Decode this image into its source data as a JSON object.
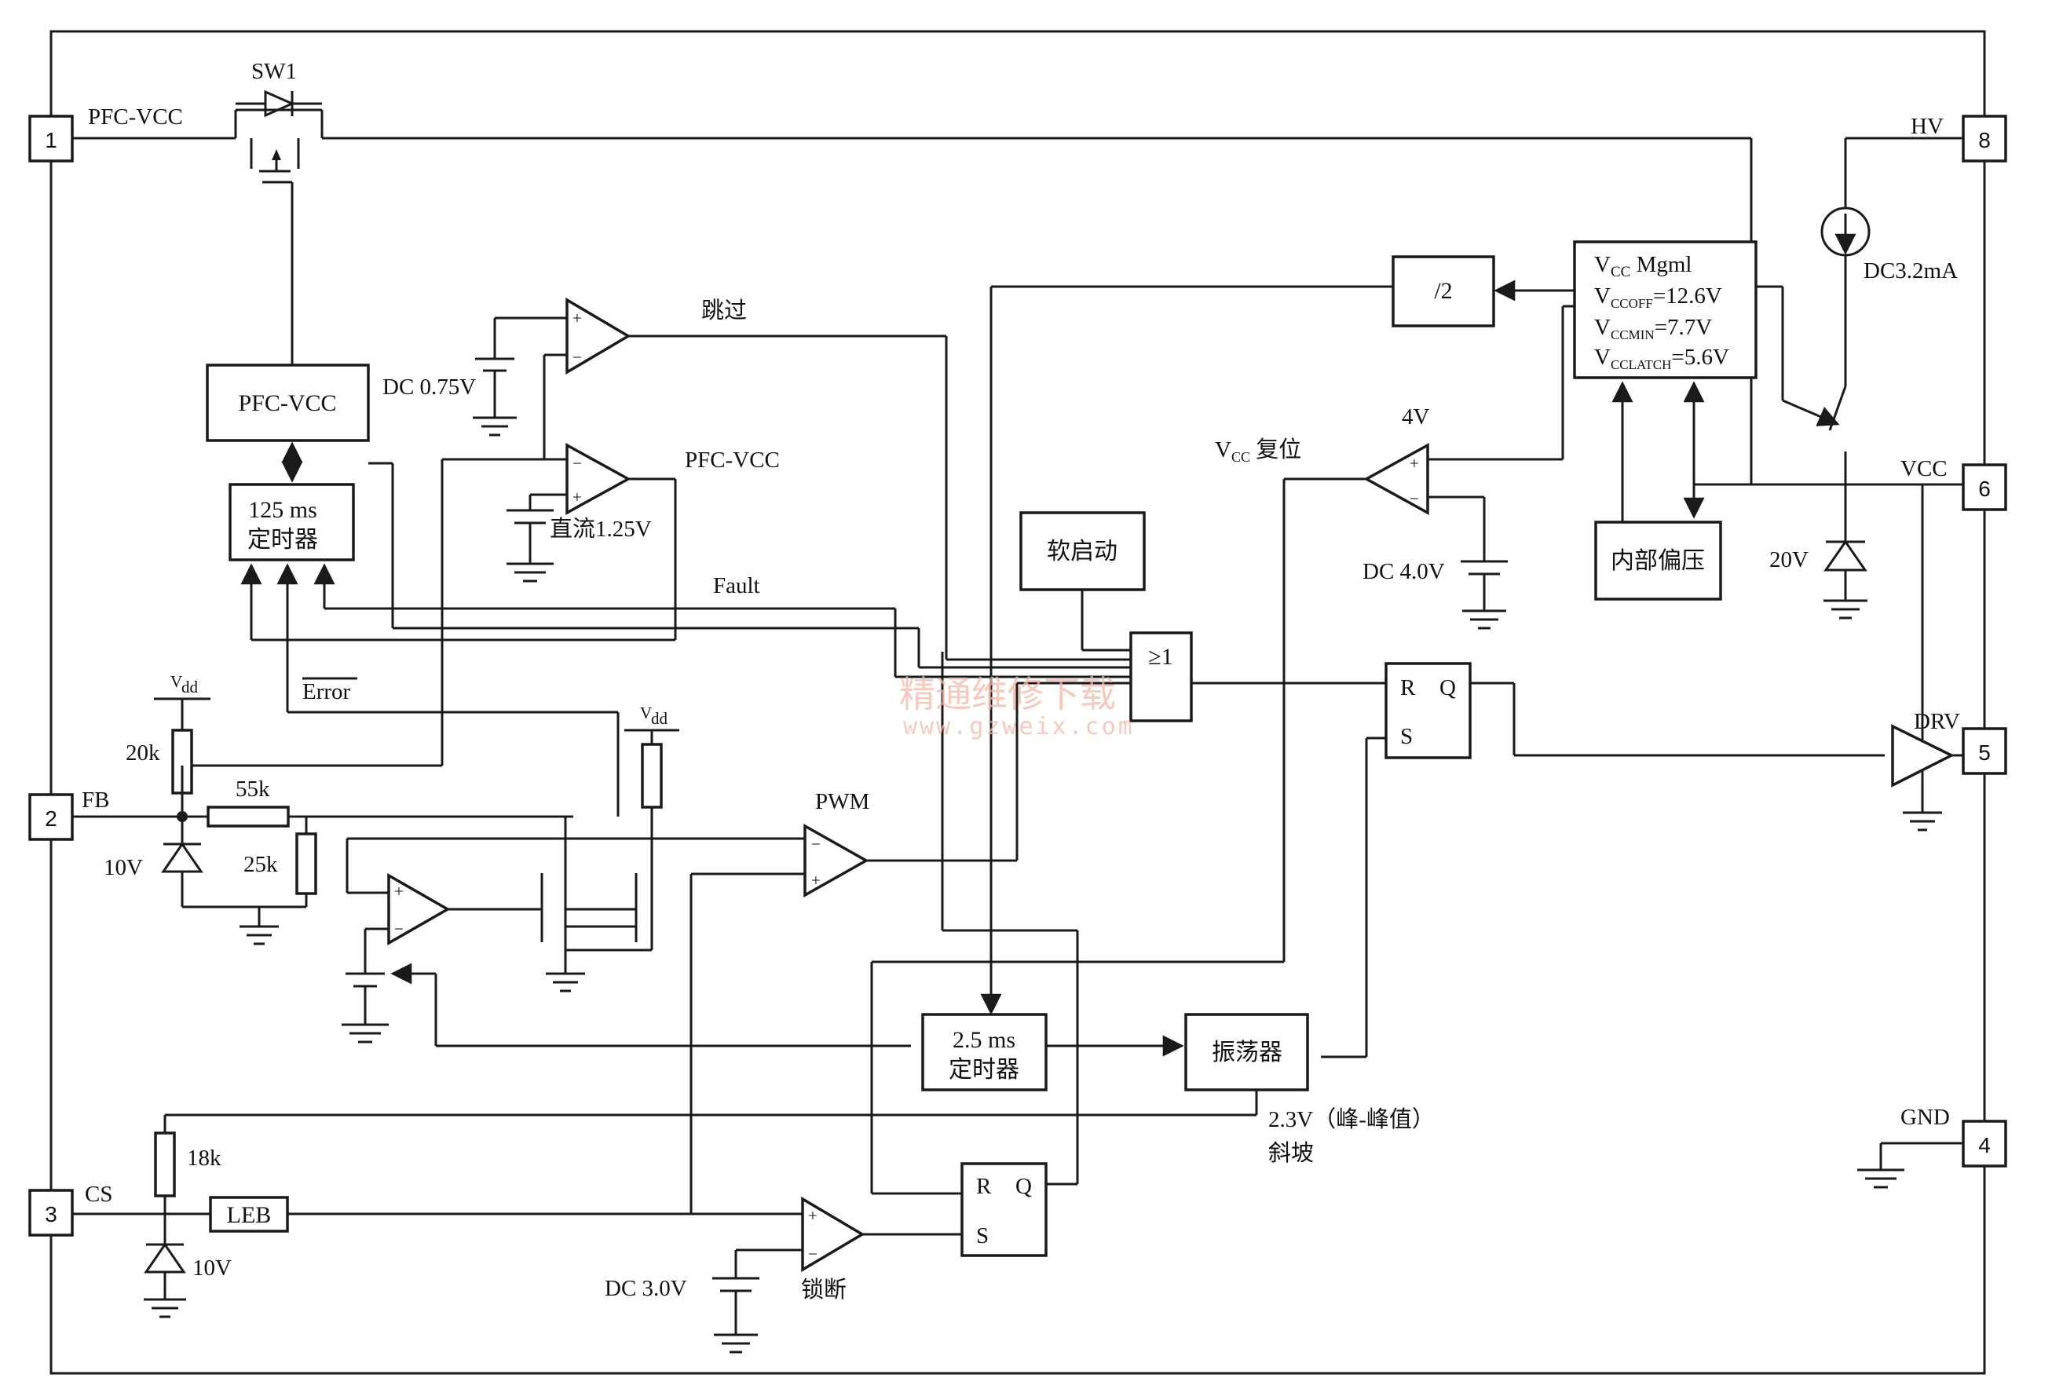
{
  "pins": {
    "p1": {
      "num": "1",
      "label": "PFC-VCC"
    },
    "p2": {
      "num": "2",
      "label": "FB"
    },
    "p3": {
      "num": "3",
      "label": "CS"
    },
    "p4": {
      "num": "4",
      "label": "GND"
    },
    "p5": {
      "num": "5",
      "label": "DRV"
    },
    "p6": {
      "num": "6",
      "label": "VCC"
    },
    "p8": {
      "num": "8",
      "label": "HV"
    }
  },
  "blocks": {
    "sw1": "SW1",
    "pfc_vcc_block": "PFC-VCC",
    "timer125_l1": "125 ms",
    "timer125_l2": "定时器",
    "div2": "/2",
    "vcc_mgml_l1_pre": "V",
    "vcc_mgml_l1_sub": "CC",
    "vcc_mgml_l1_post": " Mgml",
    "vcc_mgml_l2_pre": "V",
    "vcc_mgml_l2_sub": "CCOFF",
    "vcc_mgml_l2_post": "=12.6V",
    "vcc_mgml_l3_pre": "V",
    "vcc_mgml_l3_sub": "CCMIN",
    "vcc_mgml_l3_post": "=7.7V",
    "vcc_mgml_l4_pre": "V",
    "vcc_mgml_l4_sub": "CCLATCH",
    "vcc_mgml_l4_post": "=5.6V",
    "soft_start": "软启动",
    "internal_bias": "内部偏压",
    "or_gate": "≥1",
    "ff1_r": "R",
    "ff1_q": "Q",
    "ff1_s": "S",
    "ff2_r": "R",
    "ff2_q": "Q",
    "ff2_s": "S",
    "timer25_l1": "2.5 ms",
    "timer25_l2": "定时器",
    "oscillator": "振荡器",
    "leb": "LEB"
  },
  "labels": {
    "skip": "跳过",
    "dc075": "DC 0.75V",
    "pfc_vcc_cmp": "PFC-VCC",
    "dc125": "直流1.25V",
    "fault": "Fault",
    "error": "Error",
    "vdd1_pre": "V",
    "vdd1_sub": "dd",
    "vdd2_pre": "V",
    "vdd2_sub": "dd",
    "r20k": "20k",
    "r55k": "55k",
    "r25k": "25k",
    "z10v_fb": "10V",
    "pwm": "PWM",
    "vcc_reset_pre": "V",
    "vcc_reset_sub": "CC",
    "vcc_reset_post": " 复位",
    "v4": "4V",
    "dc40": "DC 4.0V",
    "dc32ma": "DC3.2mA",
    "z20v": "20V",
    "ramp_l1": "2.3V（峰-峰值）",
    "ramp_l2": "斜坡",
    "r18k": "18k",
    "z10v_cs": "10V",
    "dc30": "DC 3.0V",
    "latch": "锁断",
    "plus": "+",
    "minus": "−"
  },
  "watermark": {
    "cn": "精通维修下载",
    "url": "www.gzweix.com"
  }
}
